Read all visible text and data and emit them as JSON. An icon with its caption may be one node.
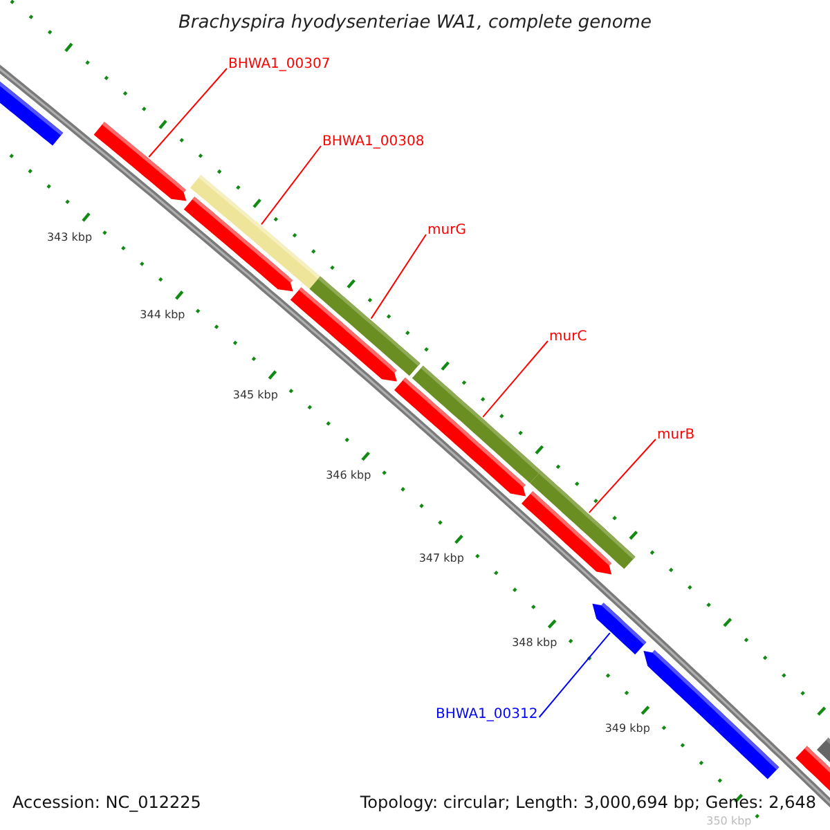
{
  "diagram": {
    "title": "Brachyspira hyodysenteriae WA1, complete genome",
    "nodes": [
      {
        "text": [
          "BHWA1_00307"
        ]
      },
      {
        "text": [
          "BHWA1_00308"
        ]
      },
      {
        "text": [
          "murG"
        ]
      },
      {
        "text": [
          "murC"
        ]
      },
      {
        "text": [
          "murB"
        ]
      },
      {
        "text": [
          "BHWA1_00312"
        ]
      },
      {
        "text": [],
        "shape": "bar"
      },
      {
        "text": [],
        "shape": "bar"
      },
      {
        "text": [],
        "shape": "bar"
      },
      {
        "text": [],
        "shape": "bar"
      },
      {
        "text": [],
        "shape": "bar"
      },
      {
        "text": [],
        "shape": "bar"
      },
      {
        "text": [],
        "shape": "bar"
      },
      {
        "text": [],
        "shape": "bar"
      },
      {
        "text": [],
        "shape": "bar"
      },
      {
        "text": [],
        "shape": "bar"
      },
      {
        "text": [],
        "shape": "bar"
      },
      {
        "text": [],
        "shape": "bar"
      },
      {
        "text": [],
        "shape": "bar"
      },
      {
        "text": [],
        "shape": "bar"
      }
    ],
    "edges": [
      {
        "from": 0,
        "to": 7,
        "arrow": "none"
      },
      {
        "from": 1,
        "to": 8,
        "arrow": "none"
      },
      {
        "from": 2,
        "to": 11,
        "arrow": "none"
      },
      {
        "from": 3,
        "to": 12,
        "arrow": "none"
      },
      {
        "from": 4,
        "to": 14,
        "arrow": "none"
      },
      {
        "from": 5,
        "to": 16,
        "arrow": "none",
        "color": "#0000ff"
      }
    ],
    "labels": [
      "343 kbp",
      "344 kbp",
      "345 kbp",
      "346 kbp",
      "347 kbp",
      "348 kbp",
      "349 kbp",
      "350 kbp",
      "Accession: NC_012225",
      "Topology: circular; Length: 3,000,694 bp; Genes: 2,648"
    ]
  }
}
